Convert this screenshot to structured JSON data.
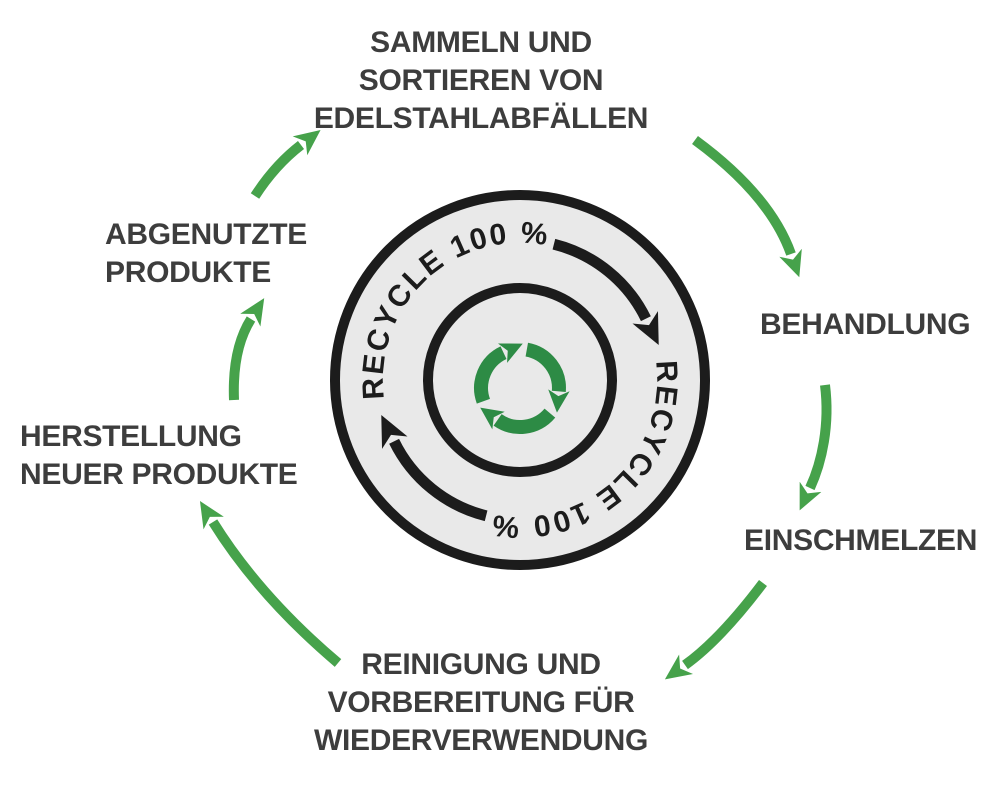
{
  "diagram": {
    "type": "cycle",
    "direction": "clockwise",
    "center_label": "RECYCLE 100 %",
    "steps": [
      "SAMMELN UND SORTIEREN VON EDELSTAHLABFÄLLEN",
      "BEHANDLUNG",
      "EINSCHMELZEN",
      "REINIGUNG UND VORBEREITUNG FÜR WIEDERVERWENDUNG",
      "HERSTELLUNG NEUER PRODUKTE",
      "ABGENUTZTE PRODUKTE"
    ]
  },
  "emblem": {
    "ring_text": "RECYCLE 100 %",
    "ring_text_repeat": "RECYCLE 100 %"
  },
  "labels": {
    "collect": {
      "lines": [
        "SAMMELN UND",
        "SORTIEREN VON",
        "EDELSTAHLABFÄLLEN"
      ]
    },
    "treatment": {
      "text": "BEHANDLUNG"
    },
    "melting": {
      "text": "EINSCHMELZEN"
    },
    "cleaning": {
      "lines": [
        "REINIGUNG UND",
        "VORBEREITUNG FÜR",
        "WIEDERVERWENDUNG"
      ]
    },
    "manufacturing": {
      "lines": [
        "HERSTELLUNG",
        "NEUER PRODUKTE"
      ]
    },
    "worn": {
      "lines": [
        "ABGENUTZTE",
        "PRODUKTE"
      ]
    }
  },
  "colors": {
    "label_text": "#3d3d3d",
    "arrow_green": "#46a24b",
    "symbol_green": "#2d8b45",
    "ring_black": "#1c1c1c",
    "ring_fill": "#e9e9e9",
    "background": "#ffffff"
  }
}
